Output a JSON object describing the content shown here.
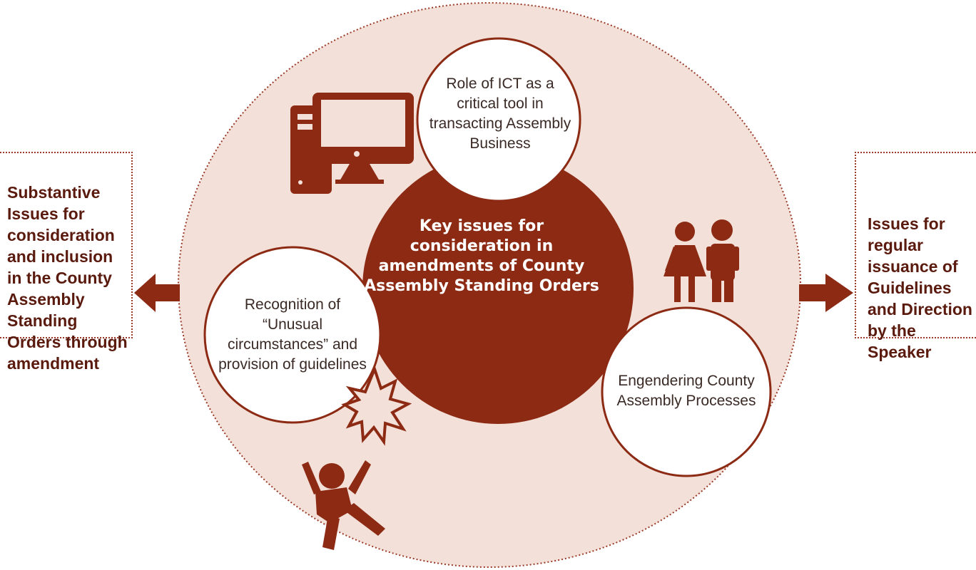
{
  "diagram": {
    "center_title": "Key issues for consideration in amendments of County Assembly Standing Orders",
    "ict_circle": "Role of ICT as a critical tool in transacting Assembly Business",
    "unusual_circle": "Recognition of “Unusual circumstances” and provision of guidelines",
    "engender_circle": "Engendering County Assembly Processes",
    "left_box": "Substantive Issues for consideration and inclusion in the County Assembly Standing Orders through amendment",
    "right_box": "Issues for regular issuance of Guidelines and Direction by the Speaker"
  },
  "icons": [
    "computer-icon",
    "people-icon",
    "falling-person-icon",
    "left-arrow-icon",
    "right-arrow-icon"
  ],
  "colors": {
    "big_circle_fill": "#f3e1d9",
    "big_circle_stroke": "#9a3a28",
    "center_fill": "#8c2a14",
    "icon_fill": "#8c2a14",
    "text_dark": "#5a1a0e"
  }
}
